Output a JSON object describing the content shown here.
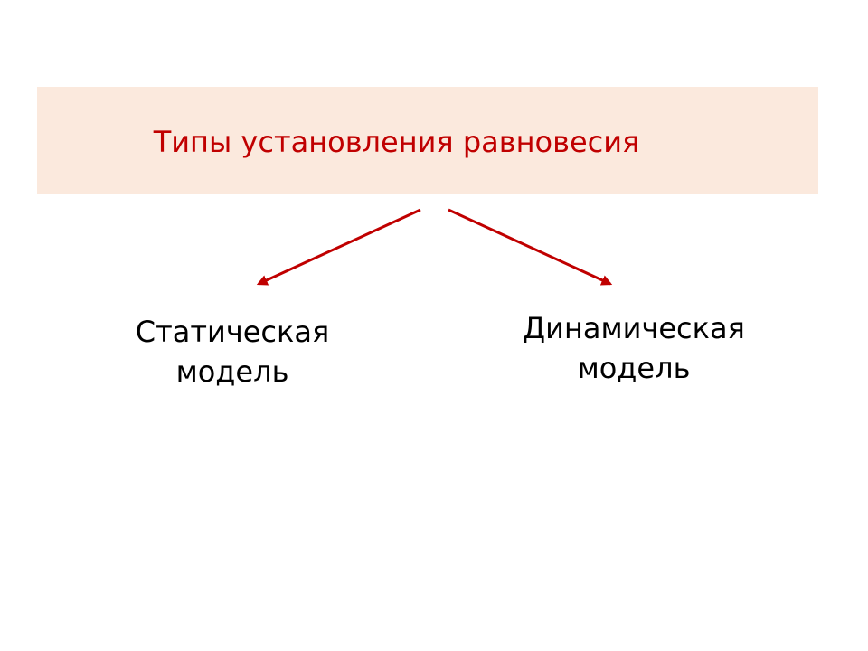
{
  "title": "Типы установления равновесия",
  "branches": {
    "static": "Статическая\nмодель",
    "dynamic": "Динамическая\nмодель"
  },
  "colors": {
    "title_background": "#fbe9dd",
    "title_text": "#c00000",
    "arrow": "#c00000",
    "label_text": "#000000"
  }
}
